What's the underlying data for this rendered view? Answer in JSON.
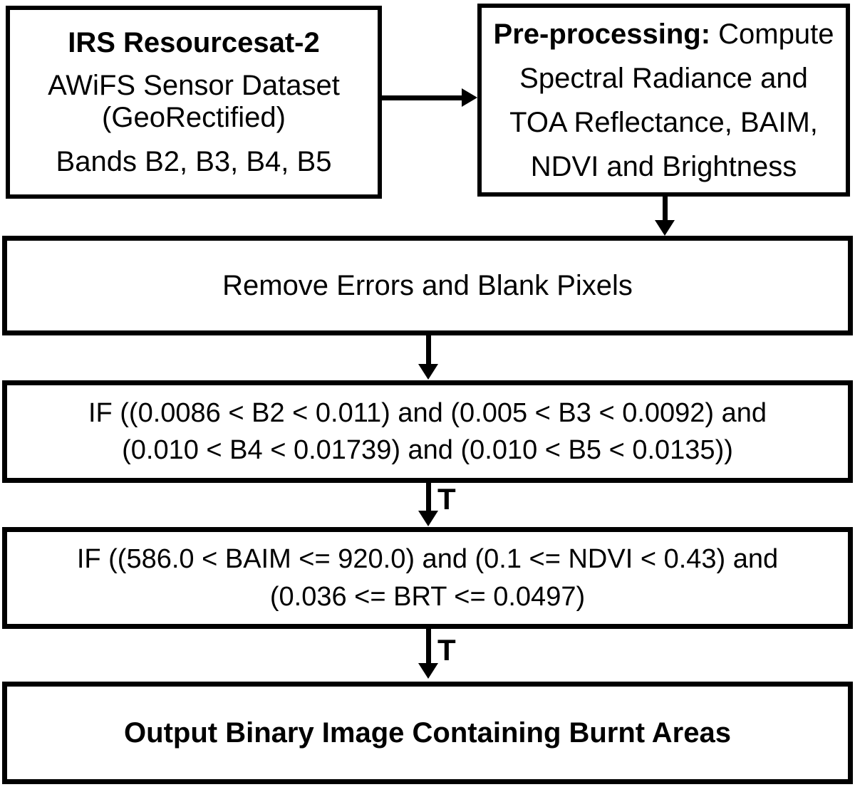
{
  "page": {
    "background": "#ffffff",
    "ink": "#000000"
  },
  "nodes": {
    "input": {
      "title": "IRS Resourcesat-2",
      "line1": "AWiFS Sensor Dataset",
      "line2": "(GeoRectified)",
      "line3": "Bands B2, B3, B4, B5"
    },
    "preprocessing": {
      "bold": "Pre-processing:",
      "line1_rest": " Compute",
      "line2": "Spectral Radiance and",
      "line3": "TOA Reflectance, BAIM,",
      "line4": "NDVI and Brightness"
    },
    "remove_errors": {
      "text": "Remove Errors and Blank Pixels"
    },
    "condition1": {
      "line1": "IF ((0.0086 < B2 < 0.011) and (0.005 < B3 < 0.0092) and",
      "line2": "(0.010 < B4 < 0.01739) and (0.010 < B5 < 0.0135))"
    },
    "condition2": {
      "line1": "IF ((586.0 < BAIM <= 920.0) and (0.1 <= NDVI < 0.43) and",
      "line2": "(0.036 <= BRT <= 0.0497)"
    },
    "output": {
      "text": "Output Binary Image Containing Burnt Areas"
    }
  },
  "edges": {
    "t1": "T",
    "t2": "T"
  }
}
